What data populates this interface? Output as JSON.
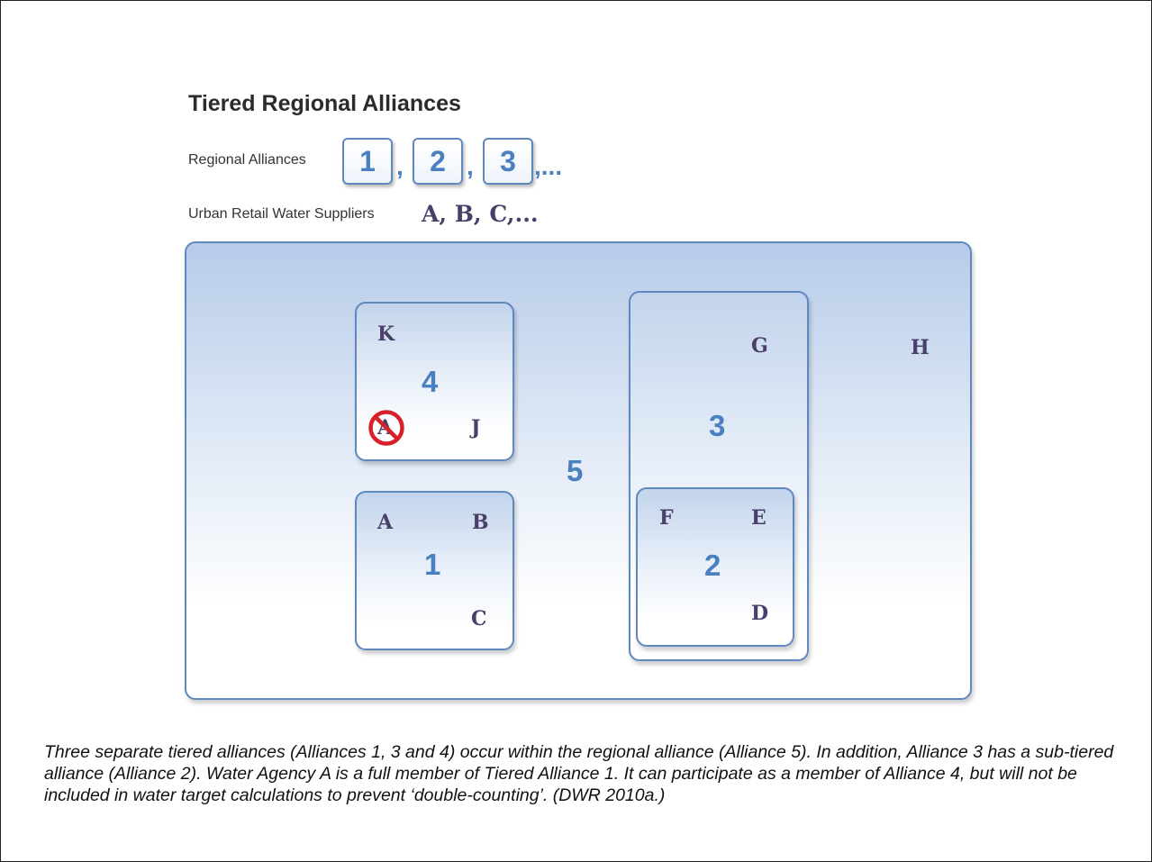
{
  "title": "Tiered Regional Alliances",
  "legend": {
    "alliances_label": "Regional Alliances",
    "alliance_tiles": [
      "1",
      "2",
      "3"
    ],
    "comma": ",",
    "ellipsis": ",...",
    "suppliers_label": "Urban Retail Water Suppliers",
    "suppliers_example": "A, B, C,..."
  },
  "diagram": {
    "alliance_5": {
      "number": "5",
      "members": [
        "H"
      ]
    },
    "alliance_4": {
      "number": "4",
      "members": [
        "K",
        "J"
      ],
      "excluded_member": "A"
    },
    "alliance_1": {
      "number": "1",
      "members": [
        "A",
        "B",
        "C"
      ]
    },
    "alliance_3": {
      "number": "3",
      "members": [
        "G"
      ]
    },
    "alliance_2": {
      "number": "2",
      "members": [
        "F",
        "E",
        "D"
      ]
    },
    "excluded_icon": "prohibited-icon"
  },
  "caption": "Three separate tiered alliances (Alliances 1, 3 and 4) occur within the regional alliance (Alliance 5). In addition, Alliance 3 has a sub-tiered alliance (Alliance 2). Water Agency A is a full member of Tiered Alliance 1. It can participate as a member of Alliance 4, but will not be included in water target calculations to prevent ‘double-counting’. (DWR 2010a.)",
  "colors": {
    "number_blue": "#4a80c0",
    "letter_purple": "#4a3f6b",
    "border_blue": "#5f88bf",
    "prohibit_red": "#d6202a"
  }
}
